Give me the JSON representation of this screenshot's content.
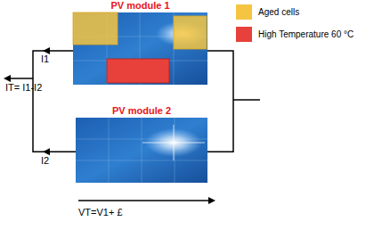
{
  "diagram": {
    "nodes": [
      {
        "text": [
          "PV module 1"
        ]
      },
      {
        "text": [
          "PV module 2"
        ]
      }
    ],
    "edges": [
      {
        "from": 0,
        "to": 1,
        "arrow": "none"
      },
      {
        "from": 0,
        "to": 1,
        "arrow": "none"
      }
    ],
    "labels": [
      "I1",
      "I2",
      "IT= I1-I2",
      "VT=V1+ £"
    ],
    "legend": [
      {
        "text": "Aged cells",
        "color": "#f5c542"
      },
      {
        "text": "High Temperature 60 °C",
        "color": "#e8403a"
      }
    ]
  }
}
